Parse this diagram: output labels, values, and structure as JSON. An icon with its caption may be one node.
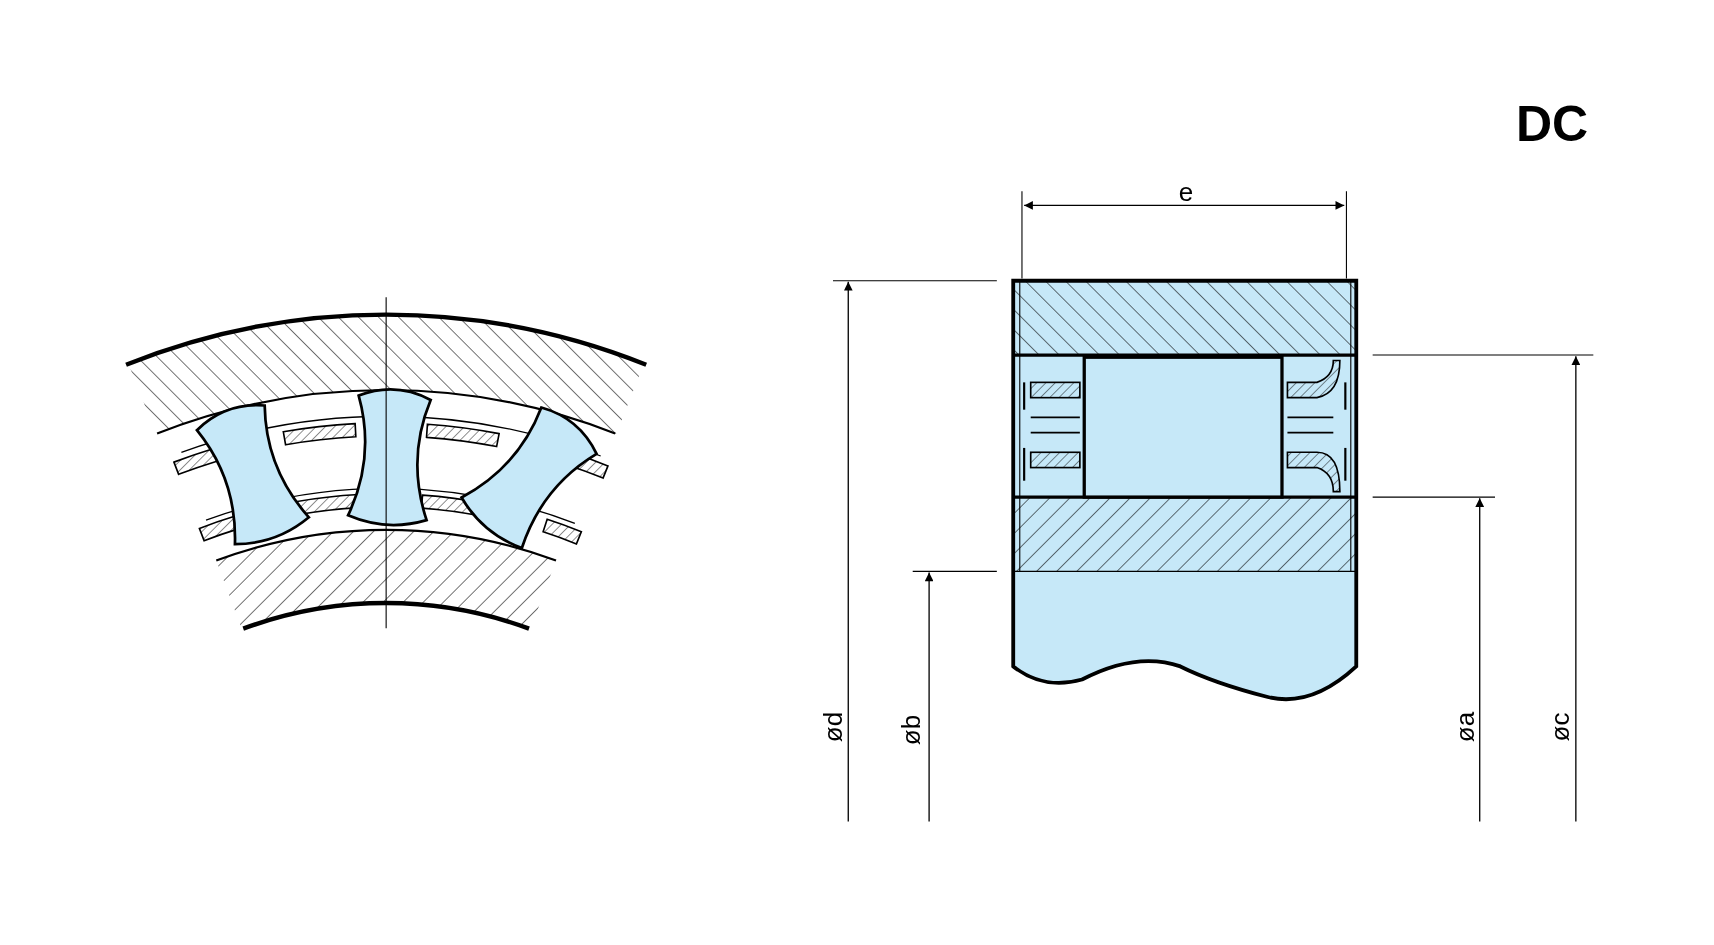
{
  "diagram": {
    "title": "DC",
    "labels": [
      "e",
      "ød",
      "øb",
      "øa",
      "øc"
    ]
  }
}
